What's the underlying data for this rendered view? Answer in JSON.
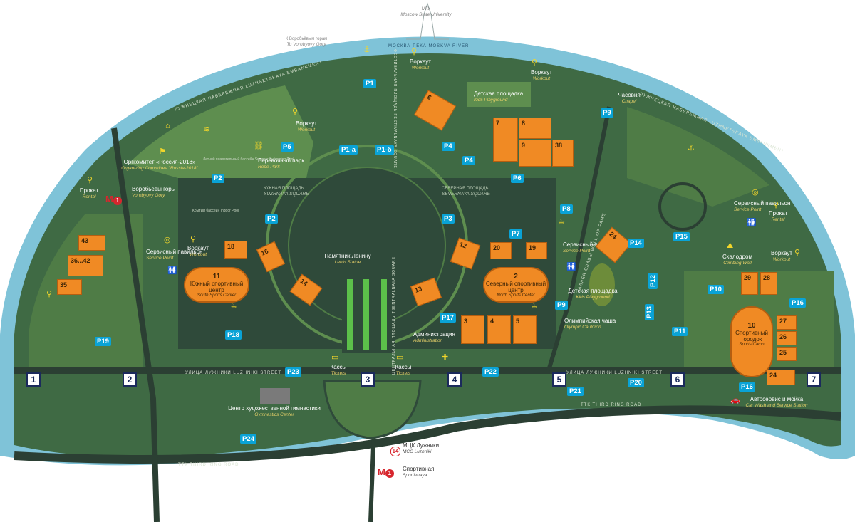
{
  "colors": {
    "river": "#7fc3d8",
    "park_light": "#5a8a4a",
    "park_dark": "#2f4a3a",
    "venue": "#f08a24",
    "parking": "#0aa3d6",
    "gate_border": "#1b2a5c",
    "metro": "#d7262e",
    "accent_yellow": "#f2d62a"
  },
  "top": {
    "msu_ru": "МГУ",
    "msu_en": "Moscow State University",
    "vorobyovy_ru": "К Воробьёвым горам",
    "vorobyovy_en": "To Vorobyovy Gory",
    "river": "МОСКВА-РЕКА MOSKVA RIVER"
  },
  "streets": {
    "luzhniki_ru": "УЛИЦА ЛУЖНИКИ",
    "luzhniki_en": "LUZHNIKI STREET",
    "ttk_en": "ТТК THIRD RING ROAD",
    "embankment_left": "ЛУЖНЕЦКАЯ НАБЕРЕЖНАЯ LUZHNETSKAYA EMBANKMENT",
    "embankment_right": "ЛУЖНЕЦКАЯ НАБЕРЕЖНАЯ LUZHNETSKAYA EMBANKMENT",
    "alley": "АЛЛЕЯ СЛАВЫ WALL OF FAME",
    "fest_square": "ФЕСТИВАЛЬНАЯ ПЛОЩАДЬ FESTIVALNAYA SQUARE",
    "central_square": "ЦЕНТРАЛЬНАЯ ПЛОЩАДЬ TSENTRALNAYA SQUARE"
  },
  "places": {
    "workout1_ru": "Воркаут",
    "workout1_en": "Workout",
    "workout2_ru": "Воркаут",
    "workout2_en": "Workout",
    "workout3_ru": "Воркаут",
    "workout3_en": "Workout",
    "workout4_ru": "Воркаут",
    "workout4_en": "Workout",
    "workout5_ru": "Воркаут",
    "workout5_en": "Workout",
    "kids1_ru": "Детская площадка",
    "kids1_en": "Kids Playground",
    "kids2_ru": "Детская площадка",
    "kids2_en": "Kids Playground",
    "chapel_ru": "Часовня",
    "chapel_en": "Chapel",
    "orgcom_ru": "Оргкомитет «Россия-2018»",
    "orgcom_en": "Organizing Committee \"Russia-2018\"",
    "rope_ru": "Верёвочный парк",
    "rope_en": "Rope Park",
    "rental1_ru": "Прокат",
    "rental1_en": "Rental",
    "rental2_ru": "Прокат",
    "rental2_en": "Rental",
    "vg_ru": "Воробьёвы горы",
    "vg_en": "Vorobyovy Gory",
    "service1_ru": "Сервисный павильон",
    "service1_en": "Service Point",
    "service2_ru": "Сервисный павильон",
    "service2_en": "Service Point",
    "service3_ru": "Сервисный павильон",
    "service3_en": "Service Point",
    "lenin_ru": "Памятник Ленину",
    "lenin_en": "Lenin Statue",
    "admin_ru": "Администрация",
    "admin_en": "Administration",
    "tickets1_ru": "Кассы",
    "tickets1_en": "Tickets",
    "tickets2_ru": "Кассы",
    "tickets2_en": "Tickets",
    "climbing_ru": "Скалодром",
    "climbing_en": "Climbing Wall",
    "olympic_ru": "Олимпийская чаша",
    "olympic_en": "Olympic Cauldron",
    "gym_ru": "Центр художественной гимнастики",
    "gym_en": "Gymnastics Center",
    "carwash_ru": "Автосервис и мойка",
    "carwash_en": "Car Wash and Service Station",
    "mcc_ru": "МЦК Лужники",
    "mcc_en": "MCC Luzhniki",
    "sport_ru": "Спортивная",
    "sport_en": "Sportivnaya",
    "yuzh_ru": "ЮЖНАЯ ПЛОЩАДЬ",
    "yuzh_en": "YUZHNAYA SQUARE",
    "sev_ru": "СЕВЕРНАЯ ПЛОЩАДЬ",
    "sev_en": "SEVERNAYA SQUARE",
    "pool": "Крытый бассейн Indoor Pool",
    "summer_pool": "Летний плавательный бассейн Summer Swimming Pool"
  },
  "venues": {
    "v43": "43",
    "v36": "36...42",
    "v35": "35",
    "v18": "18",
    "v16": "16",
    "v14": "14",
    "v6": "6",
    "v7": "7",
    "v8": "8",
    "v9": "9",
    "v38": "38",
    "v12": "12",
    "v13": "13",
    "v20": "20",
    "v19": "19",
    "v24a": "24",
    "v3": "3",
    "v4": "4",
    "v5": "5",
    "v29": "29",
    "v28": "28",
    "v27": "27",
    "v26": "26",
    "v25": "25",
    "v24b": "24",
    "south_n": "11",
    "south_ru": "Южный спортивный центр",
    "south_en": "South Sports Center",
    "north_n": "2",
    "north_ru": "Северный спортивный центр",
    "north_en": "North Sports Center",
    "camp_n": "10",
    "camp_ru": "Спортивный городок",
    "camp_en": "Sports Camp"
  },
  "parking": {
    "p1": "P1",
    "p1a": "P1-а",
    "p1b": "P1-б",
    "p2a": "P2",
    "p2b": "P2",
    "p3": "P3",
    "p4a": "P4",
    "p4b": "P4",
    "p5": "P5",
    "p6": "P6",
    "p7": "P7",
    "p8": "P8",
    "p9a": "P9",
    "p9b": "P9",
    "p10": "P10",
    "p11": "P11",
    "p12": "P12",
    "p13": "P13",
    "p14": "P14",
    "p15": "P15",
    "p16a": "P16",
    "p16b": "P16",
    "p17": "P17",
    "p18": "P18",
    "p19": "P19",
    "p20": "P20",
    "p21": "P21",
    "p22": "P22",
    "p23": "P23",
    "p24": "P24"
  },
  "gates": {
    "g1": "1",
    "g2": "2",
    "g3": "3",
    "g4": "4",
    "g5": "5",
    "g6": "6",
    "g7": "7"
  },
  "metro": {
    "line1": "1",
    "line14": "14",
    "m": "М"
  },
  "icons": [
    "workout-icon",
    "rental-icon",
    "anchor-icon",
    "cafe-icon",
    "toilet-icon",
    "service-point-icon",
    "tickets-icon",
    "first-aid-icon",
    "car-wash-icon",
    "climbing-icon",
    "pool-icon",
    "rope-icon",
    "playground-icon",
    "flag-icon"
  ]
}
